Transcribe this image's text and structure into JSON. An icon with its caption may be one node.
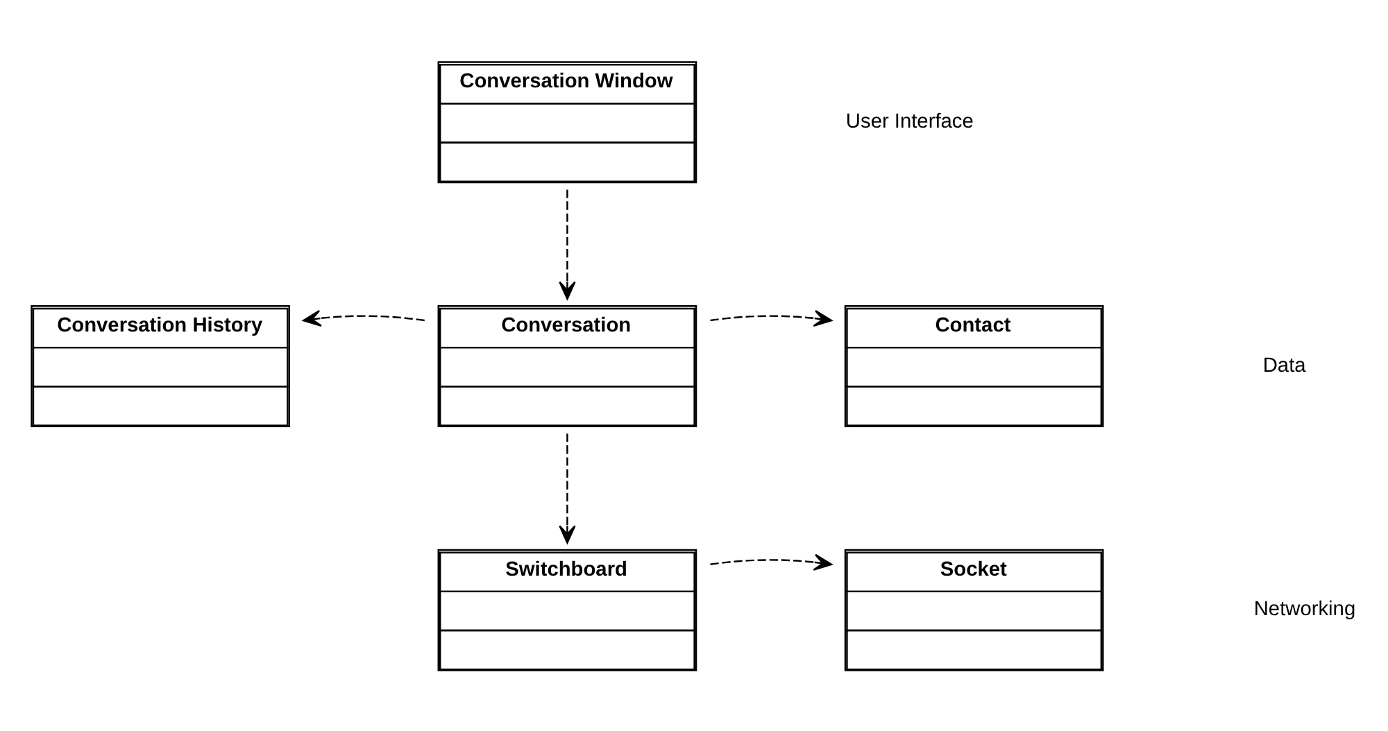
{
  "diagram": {
    "nodes": [
      {
        "text": [
          "Conversation Window"
        ]
      },
      {
        "text": [
          "Conversation History"
        ]
      },
      {
        "text": [
          "Conversation"
        ]
      },
      {
        "text": [
          "Contact"
        ]
      },
      {
        "text": [
          "Switchboard"
        ]
      },
      {
        "text": [
          "Socket"
        ]
      }
    ],
    "edges": [
      {
        "from": 0,
        "to": 2,
        "arrow": "to",
        "style": "dashed"
      },
      {
        "from": 2,
        "to": 1,
        "arrow": "to",
        "style": "dashed"
      },
      {
        "from": 2,
        "to": 3,
        "arrow": "to",
        "style": "dashed"
      },
      {
        "from": 2,
        "to": 4,
        "arrow": "to",
        "style": "dashed"
      },
      {
        "from": 4,
        "to": 5,
        "arrow": "to",
        "style": "dashed"
      }
    ],
    "labels": [
      "User Interface",
      "Data",
      "Networking"
    ]
  }
}
